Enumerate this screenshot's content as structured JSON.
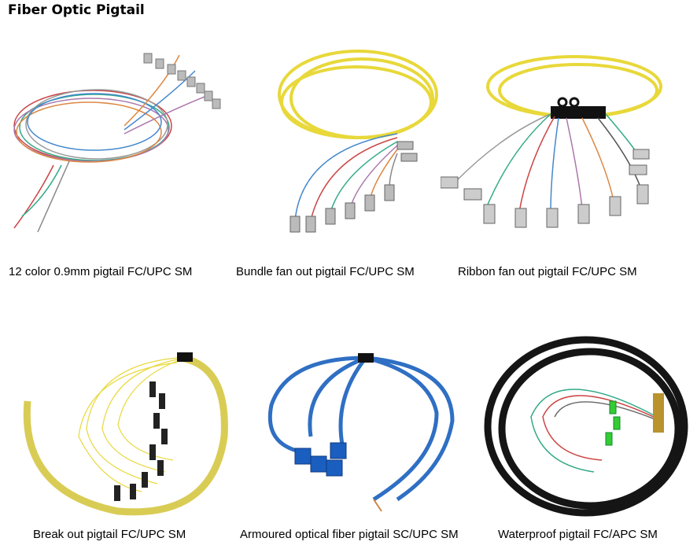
{
  "page": {
    "title": "Fiber Optic Pigtail"
  },
  "products": [
    {
      "caption": "12 color 0.9mm pigtail FC/UPC SM"
    },
    {
      "caption": "Bundle fan out pigtail FC/UPC SM"
    },
    {
      "caption": "Ribbon fan out pigtail FC/UPC SM"
    },
    {
      "caption": "Break out pigtail FC/UPC SM"
    },
    {
      "caption": "Armoured optical fiber pigtail SC/UPC SM"
    },
    {
      "caption": "Waterproof pigtail FC/APC SM"
    }
  ],
  "colors": {
    "yellow": "#e8d83a",
    "blue": "#2f6fc4",
    "black": "#151515"
  }
}
